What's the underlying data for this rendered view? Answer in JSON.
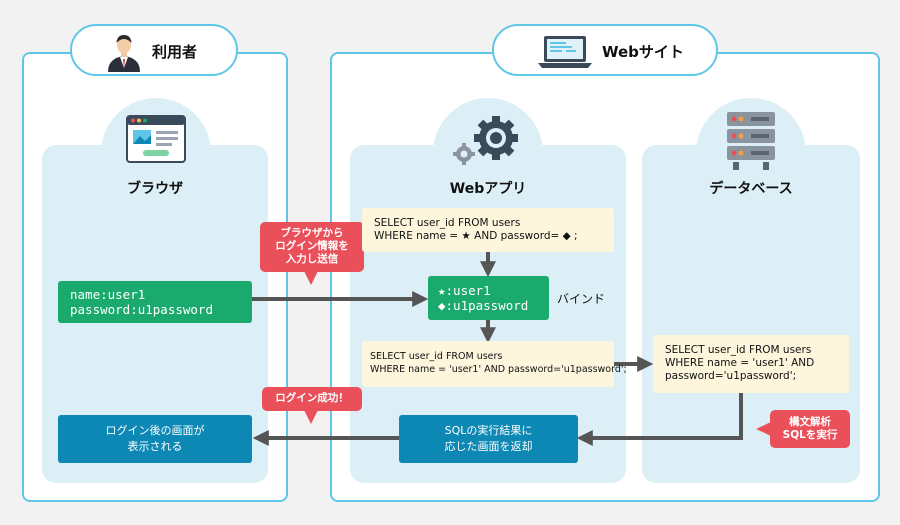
{
  "groups": {
    "user": {
      "title": "利用者"
    },
    "website": {
      "title": "Webサイト"
    }
  },
  "columns": {
    "browser": {
      "title": "ブラウザ"
    },
    "webapp": {
      "title": "Webアプリ"
    },
    "database": {
      "title": "データベース"
    }
  },
  "browser_input": {
    "lines": [
      "name:user1",
      "password:u1password"
    ]
  },
  "browser_result": {
    "lines": [
      "ログイン後の画面が",
      "表示される"
    ]
  },
  "callouts": {
    "send": {
      "lines": [
        "ブラウザから",
        "ログイン情報を",
        "入力し送信"
      ]
    },
    "success": {
      "lines": [
        "ログイン成功！"
      ]
    },
    "parse": {
      "lines": [
        "構文解析",
        "SQLを実行"
      ]
    }
  },
  "webapp": {
    "sql_template": {
      "lines": [
        "SELECT user_id FROM users",
        "WHERE name = ★ AND password= ◆ ;"
      ]
    },
    "bind_values": {
      "lines": [
        "★:user1",
        "◆:u1password"
      ]
    },
    "bind_label": "バインド",
    "sql_bound": {
      "lines": [
        "SELECT user_id FROM users",
        "WHERE name = 'user1' AND password='u1password';"
      ]
    },
    "result": {
      "lines": [
        "SQLの実行結果に",
        "応じた画面を返却"
      ]
    }
  },
  "database": {
    "sql": {
      "lines": [
        "SELECT user_id FROM users",
        "WHERE name = 'user1' AND",
        "password='u1password';"
      ]
    }
  },
  "colors": {
    "frame_border": "#5fc6e8",
    "column_bg": "#dceef6",
    "green": "#1aaa6e",
    "blue": "#0d88b5",
    "sql_bg": "#fdf6dc",
    "callout_red": "#e9505a",
    "arrow": "#555555"
  },
  "icons": [
    "user-avatar-icon",
    "laptop-icon",
    "browser-window-icon",
    "gear-icon",
    "server-rack-icon"
  ]
}
